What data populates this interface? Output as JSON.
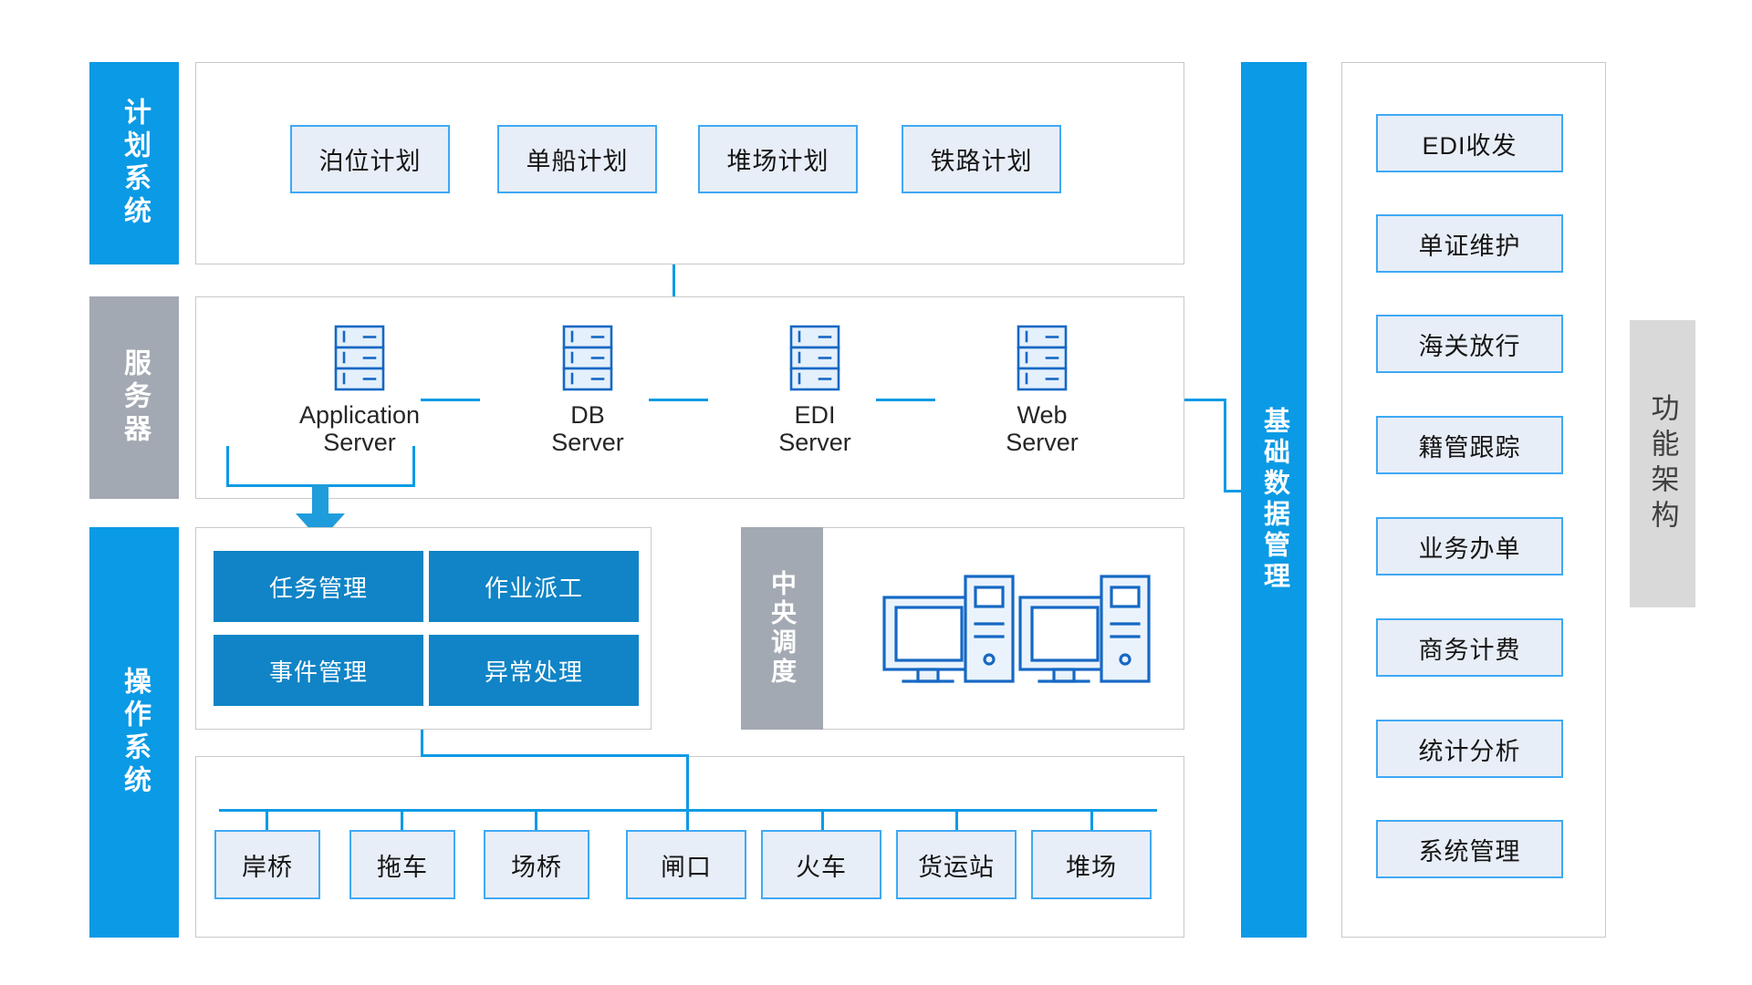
{
  "title_bars": {
    "planning": "计划系统",
    "server": "服务器",
    "operation": "操作系统",
    "basedata": "基础数据管理",
    "framework": "功能架构",
    "central_dispatch": "中央调度"
  },
  "planning_system": {
    "items": [
      "泊位计划",
      "单船计划",
      "堆场计划",
      "铁路计划"
    ]
  },
  "servers": {
    "items": [
      {
        "name": "Application\nServer",
        "icon": "server-rack-icon"
      },
      {
        "name": "DB\nServer",
        "icon": "server-rack-icon"
      },
      {
        "name": "EDI\nServer",
        "icon": "server-rack-icon"
      },
      {
        "name": "Web\nServer",
        "icon": "server-rack-icon"
      }
    ]
  },
  "operation_system": {
    "tiles": [
      "任务管理",
      "作业派工",
      "事件管理",
      "异常处理"
    ],
    "workstations": [
      "desktop-computer-icon",
      "desktop-computer-icon"
    ]
  },
  "equipment": {
    "items": [
      "岸桥",
      "拖车",
      "场桥",
      "闸口",
      "火车",
      "货运站",
      "堆场"
    ]
  },
  "function_modules": {
    "items": [
      "EDI收发",
      "单证维护",
      "海关放行",
      "籍管跟踪",
      "业务办单",
      "商务计费",
      "统计分析",
      "系统管理"
    ]
  },
  "colors": {
    "accent_blue": "#0b9ae5",
    "tile_blue": "#1084c6",
    "box_border": "#3fa9f5",
    "box_fill": "#e8eef7",
    "gray_bar": "#a3a9b2",
    "light_gray_bar": "#d9d9d9",
    "panel_border": "#c9c9c9"
  }
}
